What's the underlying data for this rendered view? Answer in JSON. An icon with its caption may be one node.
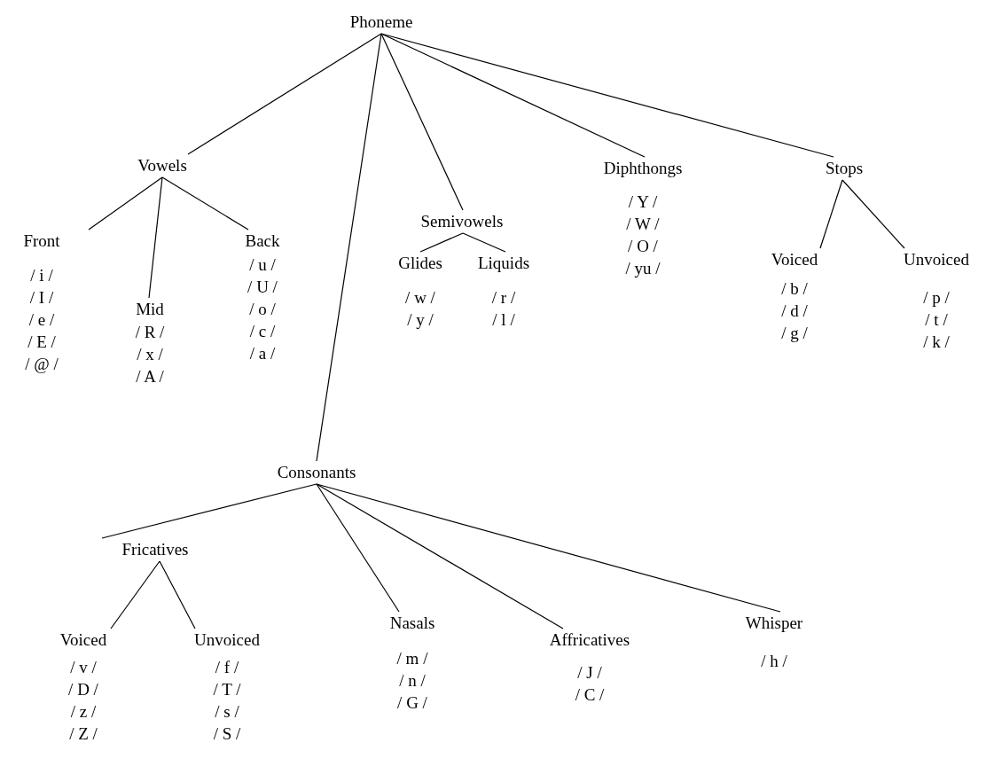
{
  "diagram": {
    "nodes": [
      {
        "text": [
          "Phoneme"
        ]
      },
      {
        "text": [
          "Vowels"
        ]
      },
      {
        "text": [
          "Front"
        ],
        "beside": [
          "/ i /",
          "/ I /",
          "/ e /",
          "/ E /",
          "/ @ /"
        ]
      },
      {
        "text": [
          "Mid"
        ],
        "beside": [
          "/ R /",
          "/ x /",
          "/ A /"
        ]
      },
      {
        "text": [
          "Back"
        ],
        "beside": [
          "/ u /",
          "/ U /",
          "/ o /",
          "/ c /",
          "/ a /"
        ]
      },
      {
        "text": [
          "Semivowels"
        ]
      },
      {
        "text": [
          "Glides"
        ],
        "beside": [
          "/ w /",
          "/ y /"
        ]
      },
      {
        "text": [
          "Liquids"
        ],
        "beside": [
          "/ r /",
          "/ l /"
        ]
      },
      {
        "text": [
          "Diphthongs"
        ],
        "beside": [
          "/ Y /",
          "/ W /",
          "/ O /",
          "/ yu /"
        ]
      },
      {
        "text": [
          "Stops"
        ]
      },
      {
        "text": [
          "Voiced"
        ],
        "beside": [
          "/ b /",
          "/ d /",
          "/ g /"
        ]
      },
      {
        "text": [
          "Unvoiced"
        ],
        "beside": [
          "/ p /",
          "/ t /",
          "/ k /"
        ]
      },
      {
        "text": [
          "Consonants"
        ]
      },
      {
        "text": [
          "Fricatives"
        ]
      },
      {
        "text": [
          "Voiced"
        ],
        "beside": [
          "/ v /",
          "/ D /",
          "/ z /",
          "/ Z /"
        ]
      },
      {
        "text": [
          "Unvoiced"
        ],
        "beside": [
          "/ f /",
          "/ T /",
          "/ s /",
          "/ S /"
        ]
      },
      {
        "text": [
          "Nasals"
        ],
        "beside": [
          "/ m /",
          "/ n /",
          "/ G /"
        ]
      },
      {
        "text": [
          "Affricatives"
        ],
        "beside": [
          "/ J /",
          "/ C /"
        ]
      },
      {
        "text": [
          "Whisper"
        ],
        "beside": [
          "/ h /"
        ]
      }
    ],
    "edges": [
      {
        "from": 0,
        "to": 1,
        "arrow": "none"
      },
      {
        "from": 0,
        "to": 12,
        "arrow": "none"
      },
      {
        "from": 0,
        "to": 5,
        "arrow": "none"
      },
      {
        "from": 0,
        "to": 8,
        "arrow": "none"
      },
      {
        "from": 0,
        "to": 9,
        "arrow": "none"
      },
      {
        "from": 1,
        "to": 2,
        "arrow": "none"
      },
      {
        "from": 1,
        "to": 3,
        "arrow": "none"
      },
      {
        "from": 1,
        "to": 4,
        "arrow": "none"
      },
      {
        "from": 5,
        "to": 6,
        "arrow": "none"
      },
      {
        "from": 5,
        "to": 7,
        "arrow": "none"
      },
      {
        "from": 9,
        "to": 10,
        "arrow": "none"
      },
      {
        "from": 9,
        "to": 11,
        "arrow": "none"
      },
      {
        "from": 12,
        "to": 13,
        "arrow": "none"
      },
      {
        "from": 12,
        "to": 16,
        "arrow": "none"
      },
      {
        "from": 12,
        "to": 17,
        "arrow": "none"
      },
      {
        "from": 12,
        "to": 18,
        "arrow": "none"
      },
      {
        "from": 13,
        "to": 14,
        "arrow": "none"
      },
      {
        "from": 13,
        "to": 15,
        "arrow": "none"
      }
    ]
  }
}
